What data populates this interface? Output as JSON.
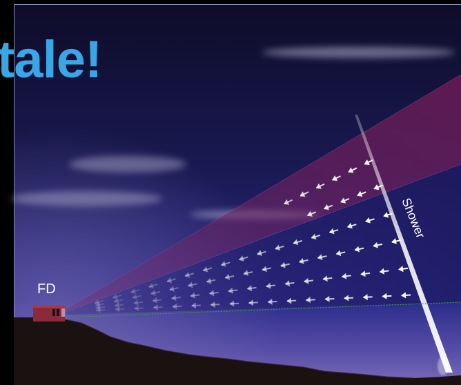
{
  "title_fragment": "tale!",
  "labels": {
    "fd": "FD",
    "shower": "Shower"
  },
  "colors": {
    "sky_top": "#0e0c28",
    "sky_bottom": "#2a2c8a",
    "horizon_glow": "#6d5fb0",
    "ground": "#1a1210",
    "fov_upper": "#5a1a4e",
    "fov_lower": "#231a63",
    "title": "#3aa6e6",
    "shower": "#d8d4f0",
    "building": "#8a2a3a",
    "horizon_line": "#3f9a3f"
  }
}
